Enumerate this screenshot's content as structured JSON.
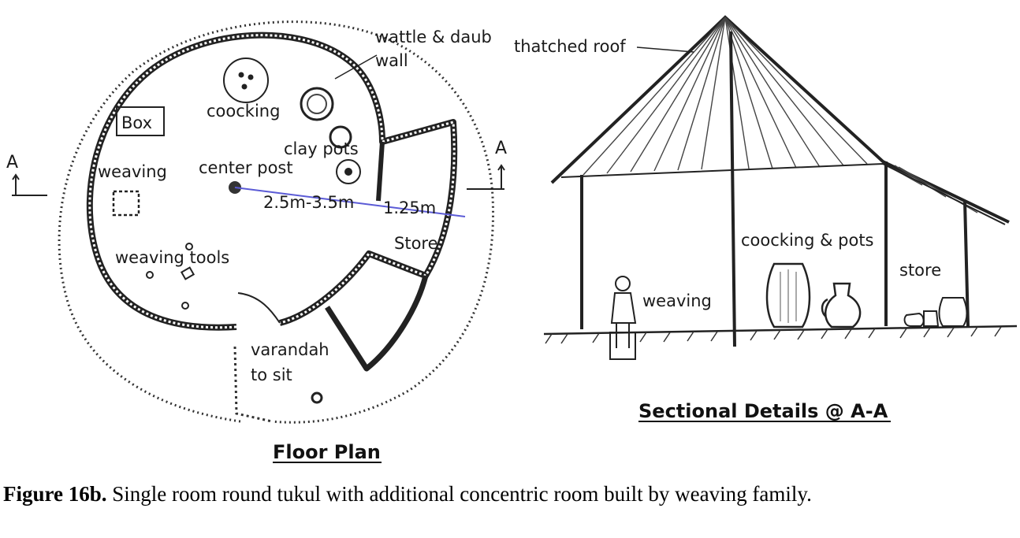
{
  "floor_plan": {
    "title": "Floor Plan",
    "labels": {
      "wall": "wattle & daub",
      "wall2": "wall",
      "box": "Box",
      "cooking": "coocking",
      "clay_pots": "clay pots",
      "center_post": "center post",
      "weaving": "weaving",
      "radius": "2.5m-3.5m",
      "store_width": "1.25m",
      "store": "Store",
      "weaving_tools": "weaving tools",
      "varandah": "varandah",
      "to_sit": "to sit",
      "section_mark_left": "A",
      "section_mark_right": "A"
    }
  },
  "section": {
    "title": "Sectional Details @ A-A",
    "labels": {
      "roof": "thatched roof",
      "cooking_pots": "coocking & pots",
      "store": "store",
      "weaving": "weaving"
    }
  },
  "caption": {
    "label": "Figure 16b.",
    "text": " Single room round tukul with additional concentric room built by weaving family."
  },
  "colors": {
    "ink": "#1a1a1a",
    "dimension_line": "#5b5bd6"
  }
}
